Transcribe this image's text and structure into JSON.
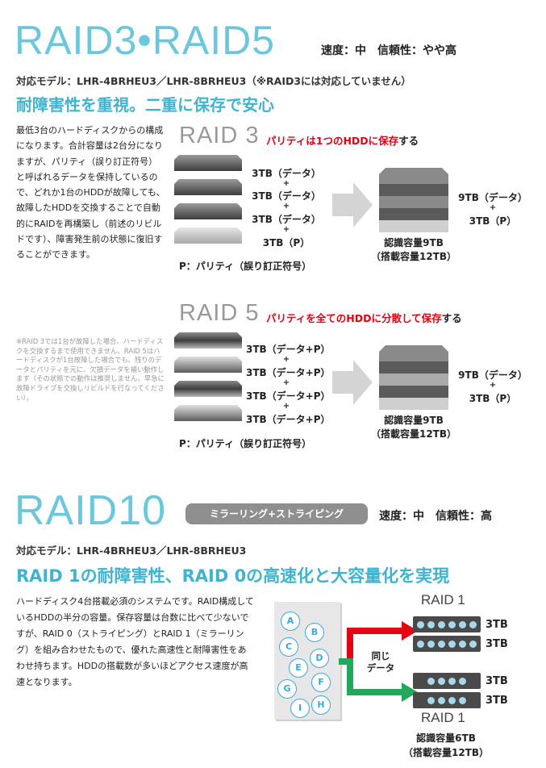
{
  "raid35": {
    "title": "RAID3•RAID5",
    "spec": "速度：中　信頼性：やや高",
    "models": "対応モデル：LHR-4BRHEU3／LHR-8BRHEU3（※RAID3には対応していません）",
    "headline": "耐障害性を重視。二重に保存で安心",
    "body": "最低3台のハードディスクからの構成になります。合計容量は2台分になりますが、パリティ（誤り訂正符号）と呼ばれるデータを保持しているので、どれか1台のHDDが故障しても、故障したHDDを交換することで自動的にRAIDを再構築し（前述のリビルドです）、障害発生前の状態に復旧することができます。",
    "note": "※RAID 3では1台が故障した場合、ハードディスクを交換するまで使用できません。RAID 5はハードディスクが1台故障した場合でも、残りのデータとパリティを元に、欠損データを補い動作します（その状態での動作は推奨しません、早急に故障ドライブを交換しリビルドを行なってください）。",
    "raid3": {
      "label": "RAID 3",
      "desc_red": "パリティは1つのHDDに保存",
      "desc_black": "する",
      "disks": [
        "3TB（データ）",
        "3TB（データ）",
        "3TB（データ）",
        "3TB（P）"
      ],
      "plus": "+",
      "footnote": "P：パリティ（誤り訂正符号）",
      "result_top": "9TB（データ）",
      "result_plus": "+",
      "result_bottom": "3TB（P）",
      "capacity": "認識容量9TB",
      "capacity_sub": "（搭載容量12TB）"
    },
    "raid5": {
      "label": "RAID 5",
      "desc_red": "パリティを全てのHDDに分散して保存",
      "desc_black": "する",
      "disks": [
        "3TB（データ+P）",
        "3TB（データ+P）",
        "3TB（データ+P）",
        "3TB（データ+P）"
      ],
      "plus": "+",
      "footnote": "P：パリティ（誤り訂正符号）",
      "result_top": "9TB（データ）",
      "result_plus": "+",
      "result_bottom": "3TB（P）",
      "capacity": "認識容量9TB",
      "capacity_sub": "（搭載容量12TB）"
    }
  },
  "raid10": {
    "title": "RAID10",
    "badge": "ミラーリング+ストライピング",
    "spec": "速度：中　信頼性：高",
    "models": "対応モデル：LHR-4BRHEU3／LHR-8BRHEU3",
    "headline": "RAID 1の耐障害性、RAID 0の高速化と大容量化を実現",
    "body": "ハードディスク4台搭載必須のシステムです。RAID構成しているHDDの半分の容量。保存容量は台数に比べて少ないですが、RAID 0（ストライピング）とRAID 1（ミラーリング）を組み合わせたもので、優れた高速性と耐障害性をあわせ持ちます。HDDの搭載数が多いほどアクセス速度が高速となります。",
    "letters": [
      "A",
      "B",
      "C",
      "D",
      "E",
      "F",
      "G",
      "H",
      "I"
    ],
    "same_data": [
      "同じ",
      "データ"
    ],
    "group_top_label": "RAID 1",
    "group_bottom_label": "RAID 1",
    "disk_labels": [
      "3TB",
      "3TB",
      "3TB",
      "3TB"
    ],
    "capacity": "認識容量6TB",
    "capacity_sub": "（搭載容量12TB）"
  },
  "colors": {
    "accent": "#6cc7dd",
    "headline": "#3fb3d0",
    "red": "#e60012",
    "green": "#22a85a"
  }
}
